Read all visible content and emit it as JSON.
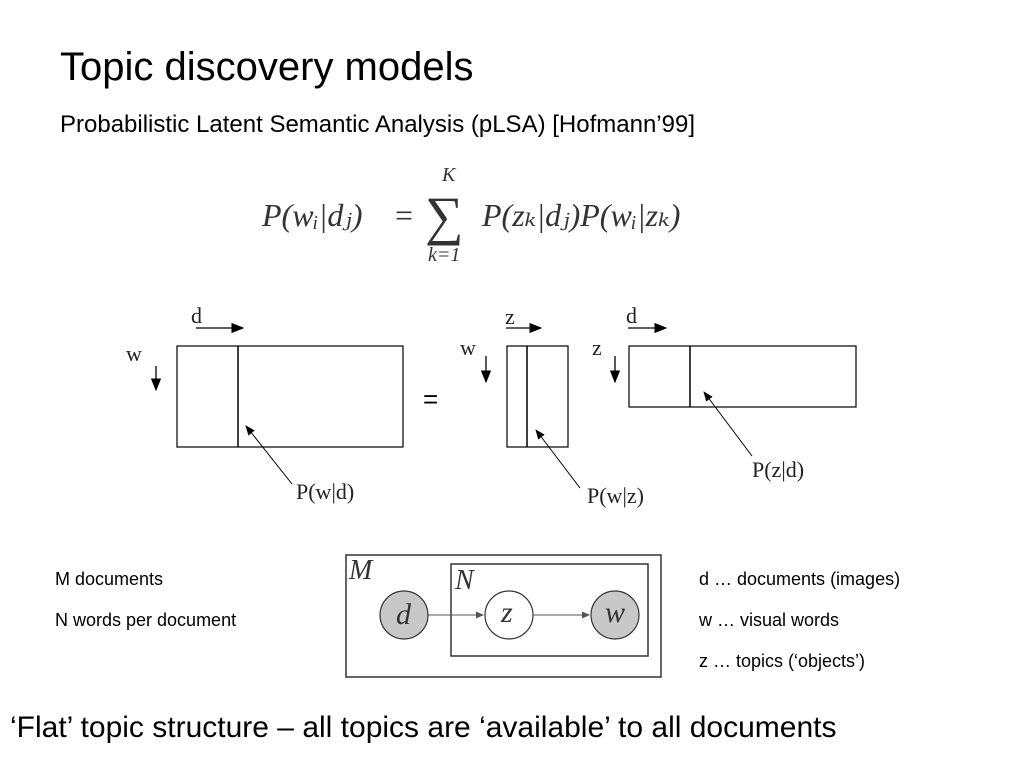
{
  "slide": {
    "title": "Topic discovery models",
    "subtitle": "Probabilistic Latent Semantic Analysis (pLSA) [Hofmann’99]",
    "formula": {
      "lhs": "P(wᵢ|dⱼ)",
      "equals": "=",
      "sum_symbol": "∑",
      "sum_upper": "K",
      "sum_lower": "k=1",
      "rhs": "P(zₖ|dⱼ)P(wᵢ|zₖ)"
    },
    "matrix_diagram": {
      "d_label_1": "d",
      "w_label_1": "w",
      "pwd_label": "P(w|d)",
      "equals": "=",
      "z_label_1": "z",
      "w_label_2": "w",
      "pwz_label": "P(w|z)",
      "d_label_2": "d",
      "z_label_2": "z",
      "pzd_label": "P(z|d)"
    },
    "left_notes": [
      "M documents",
      "N words per document"
    ],
    "right_notes": [
      "d … documents (images)",
      "w … visual words",
      "z … topics (‘objects’)"
    ],
    "graphical_model": {
      "plate_outer_label": "M",
      "plate_inner_label": "N",
      "node_d": "d",
      "node_z": "z",
      "node_w": "w",
      "observed_fill": "#c8c8c8"
    },
    "bottom_text": "‘Flat’ topic structure – all topics are ‘available’ to all documents"
  }
}
